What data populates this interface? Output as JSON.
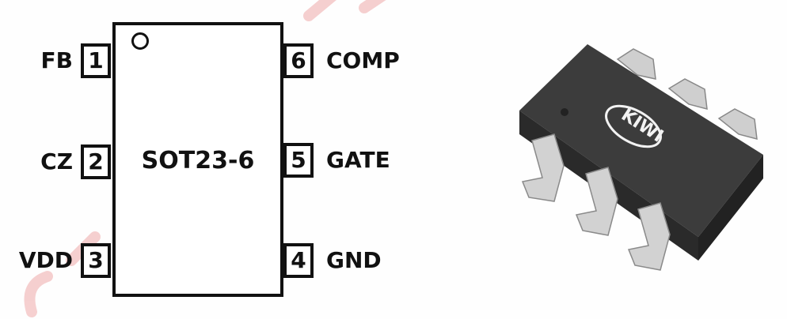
{
  "package": "SOT23-6",
  "pins": [
    {
      "num": "1",
      "name": "FB"
    },
    {
      "num": "2",
      "name": "CZ"
    },
    {
      "num": "3",
      "name": "VDD"
    },
    {
      "num": "4",
      "name": "GND"
    },
    {
      "num": "5",
      "name": "GATE"
    },
    {
      "num": "6",
      "name": "COMP"
    }
  ],
  "chip_logo": "KIWI",
  "colors": {
    "outline": "#111111",
    "chip_body": "#3a3a3a",
    "lead": "#c8c8c8",
    "watermark": "#f2b8b8"
  }
}
